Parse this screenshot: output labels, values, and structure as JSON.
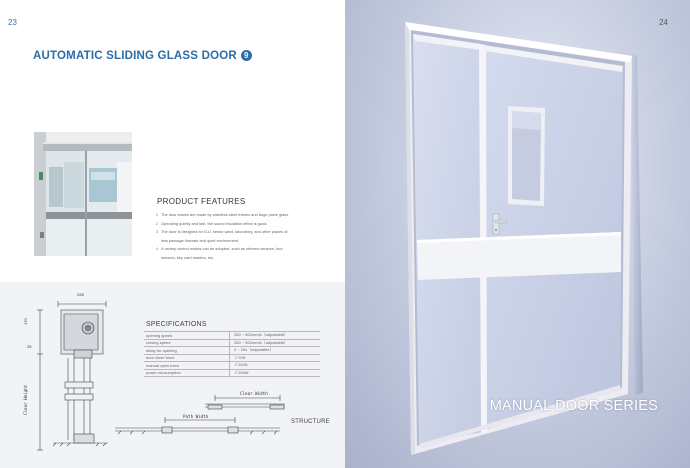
{
  "page_numbers": {
    "left": "23",
    "right": "24"
  },
  "title": "AUTOMATIC SLIDING GLASS DOOR",
  "title_badge": "9",
  "features": {
    "title": "PRODUCT FEATURES",
    "items": [
      {
        "num": "1",
        "text": "The door leaves are made by stainless steel frames and large plane glass."
      },
      {
        "num": "2",
        "text": "Operating quietly and fast, the sound insulation effect is good."
      },
      {
        "num": "3",
        "text": "The door is designed for ICU, senior ward, laboratory, and other places of"
      },
      {
        "num": "",
        "text": "less passage flowrate and quiet environment."
      },
      {
        "num": "4",
        "text": "A variety control modes can be adopted, such as infrared sensors, foot"
      },
      {
        "num": "",
        "text": "sensors, key card readers, etc."
      }
    ]
  },
  "specifications": {
    "title": "SPECIFICATIONS",
    "rows": [
      {
        "label": "opening speed",
        "value": "250 ~ 600mm/s（adjustable）"
      },
      {
        "label": "closing speed",
        "value": "250 ~ 500mm/s（adjustable）"
      },
      {
        "label": "delay for opening",
        "value": "2 ~ 20s（adjustable）"
      },
      {
        "label": "door close force",
        "value": "＞70N"
      },
      {
        "label": "manual open force",
        "value": "＜100N"
      },
      {
        "label": "power consumption",
        "value": "＜150W"
      }
    ]
  },
  "structure_label": "STRUCTURE",
  "drawing": {
    "top_dim": "228",
    "side_dim_top": "170",
    "side_dim_mid": "25",
    "clear_height": "Clear Height",
    "clear_width": "Clear Width",
    "path_width": "Path Width"
  },
  "series_title": "MANUAL DOOR SERIES",
  "colors": {
    "accent": "#2d6ca8",
    "band": "#f1f3f7"
  }
}
